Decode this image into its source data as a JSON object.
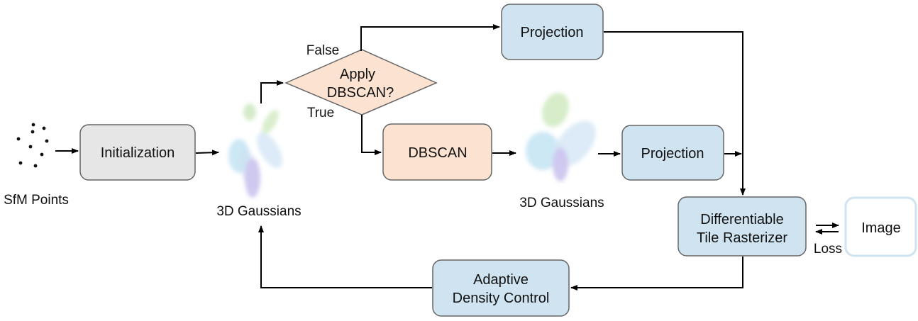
{
  "nodes": {
    "sfm_points_label": "SfM Points",
    "initialization": "Initialization",
    "gaussians_left_label": "3D Gaussians",
    "decision": [
      "Apply",
      "DBSCAN?"
    ],
    "false_label": "False",
    "true_label": "True",
    "projection_top": "Projection",
    "dbscan": "DBSCAN",
    "gaussians_right_label": "3D Gaussians",
    "projection_mid": "Projection",
    "rasterizer": [
      "Differentiable",
      "Tile Rasterizer"
    ],
    "image": "Image",
    "loss_label": "Loss",
    "adaptive_density": [
      "Adaptive",
      "Density Control"
    ]
  },
  "colors": {
    "gray_box": "#e6e6e6",
    "blue_box": "#cfe4f0",
    "orange_box": "#fce3d1",
    "image_border": "#cfe4f0",
    "stroke": "#666666",
    "arrow": "#000000"
  }
}
